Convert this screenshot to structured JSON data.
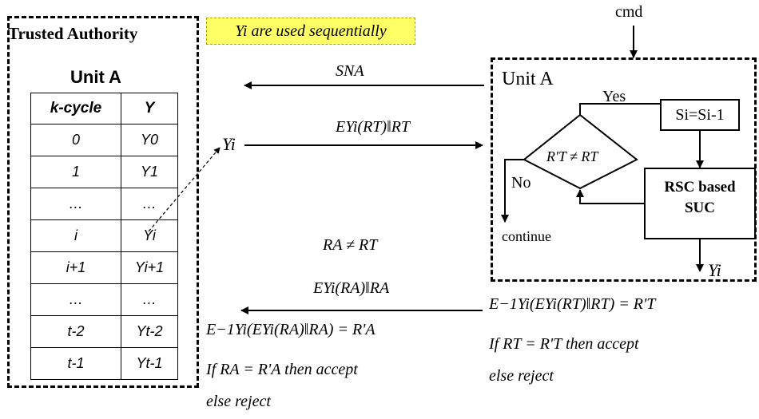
{
  "trusted_authority": {
    "title": "Trusted Authority",
    "unit_title": "Unit A",
    "table": {
      "headers": [
        "k-cycle",
        "Y"
      ],
      "rows": [
        [
          "0",
          "Y0"
        ],
        [
          "1",
          "Y1"
        ],
        [
          "…",
          "…"
        ],
        [
          "i",
          "Yi"
        ],
        [
          "i+1",
          "Yi+1"
        ],
        [
          "…",
          "…"
        ],
        [
          "t-2",
          "Yt-2"
        ],
        [
          "t-1",
          "Yt-1"
        ]
      ]
    }
  },
  "note": "Yi are used sequentially",
  "messages": {
    "sn": "SNA",
    "yi_left": "Yi",
    "enc_rt": "EYi(RT)‖RT",
    "ra_neq": "RA ≠ RT",
    "enc_ra": "EYi(RA)‖RA",
    "dec_ra": "E−1Yi(EYi(RA)‖RA) = R'A",
    "if_a_1": "If  RA = R'A then accept",
    "if_a_2": "else reject",
    "dec_rt": "E−1Yi(EYi(RT)‖RT) = R'T",
    "if_t_1": "If  RT = R'T then accept",
    "if_t_2": "else reject"
  },
  "unit_a": {
    "title": "Unit A",
    "cmd": "cmd",
    "yes": "Yes",
    "no": "No",
    "continue": "continue",
    "decision": "R'T ≠ RT",
    "register": "Si=Si-1",
    "rsc_line1": "RSC based",
    "rsc_line2": "SUC",
    "output": "Yi"
  }
}
